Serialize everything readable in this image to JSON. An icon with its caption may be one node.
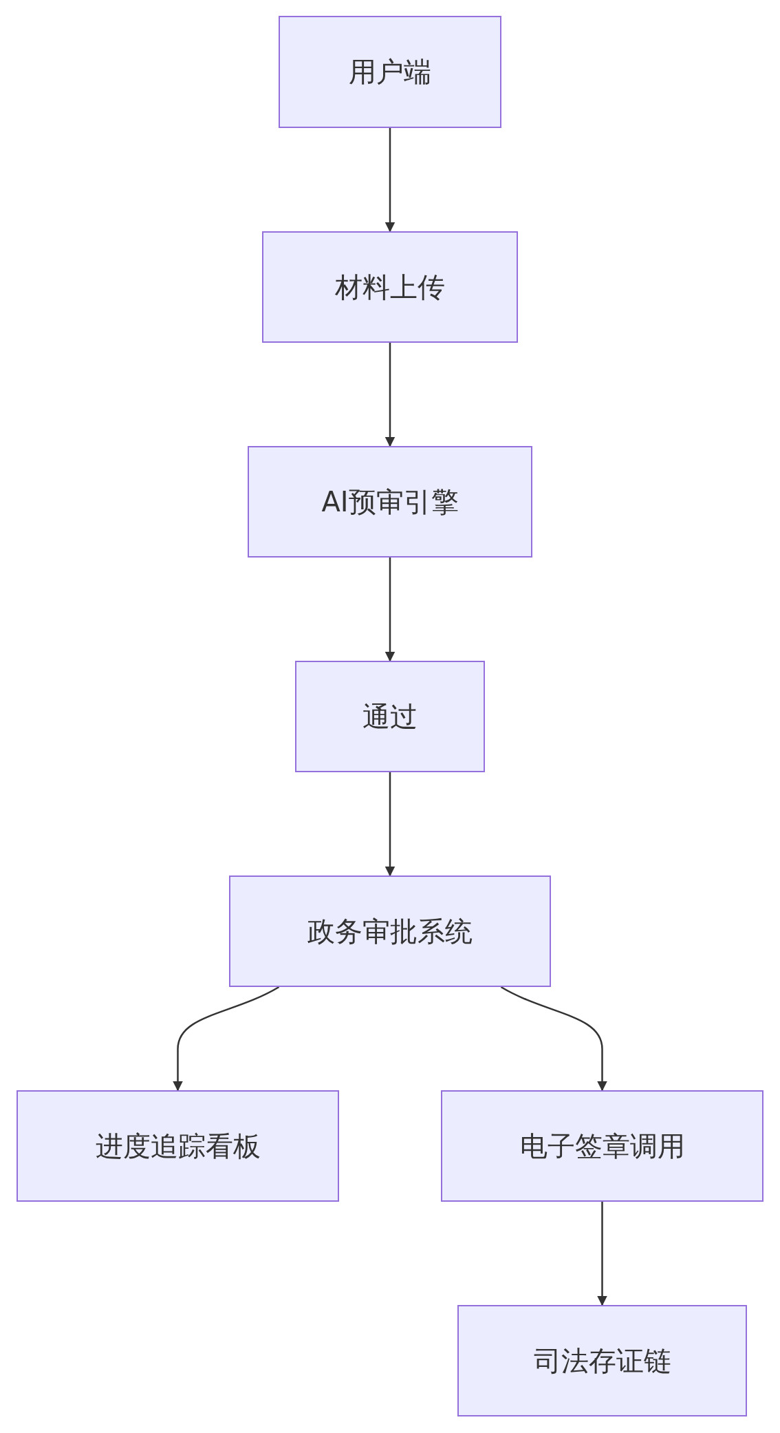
{
  "diagram": {
    "nodes": [
      {
        "text": [
          "用户端"
        ]
      },
      {
        "text": [
          "材料上传"
        ]
      },
      {
        "text": [
          "AI预审引擎"
        ]
      },
      {
        "text": [
          "通过"
        ]
      },
      {
        "text": [
          "政务审批系统"
        ]
      },
      {
        "text": [
          "进度追踪看板"
        ]
      },
      {
        "text": [
          "电子签章调用"
        ]
      },
      {
        "text": [
          "司法存证链"
        ]
      }
    ],
    "edges": [
      {
        "from": 0,
        "to": 1,
        "arrow": "to"
      },
      {
        "from": 1,
        "to": 2,
        "arrow": "to"
      },
      {
        "from": 2,
        "to": 3,
        "arrow": "to"
      },
      {
        "from": 3,
        "to": 4,
        "arrow": "to"
      },
      {
        "from": 4,
        "to": 5,
        "arrow": "to"
      },
      {
        "from": 4,
        "to": 6,
        "arrow": "to"
      },
      {
        "from": 6,
        "to": 7,
        "arrow": "to"
      }
    ]
  }
}
